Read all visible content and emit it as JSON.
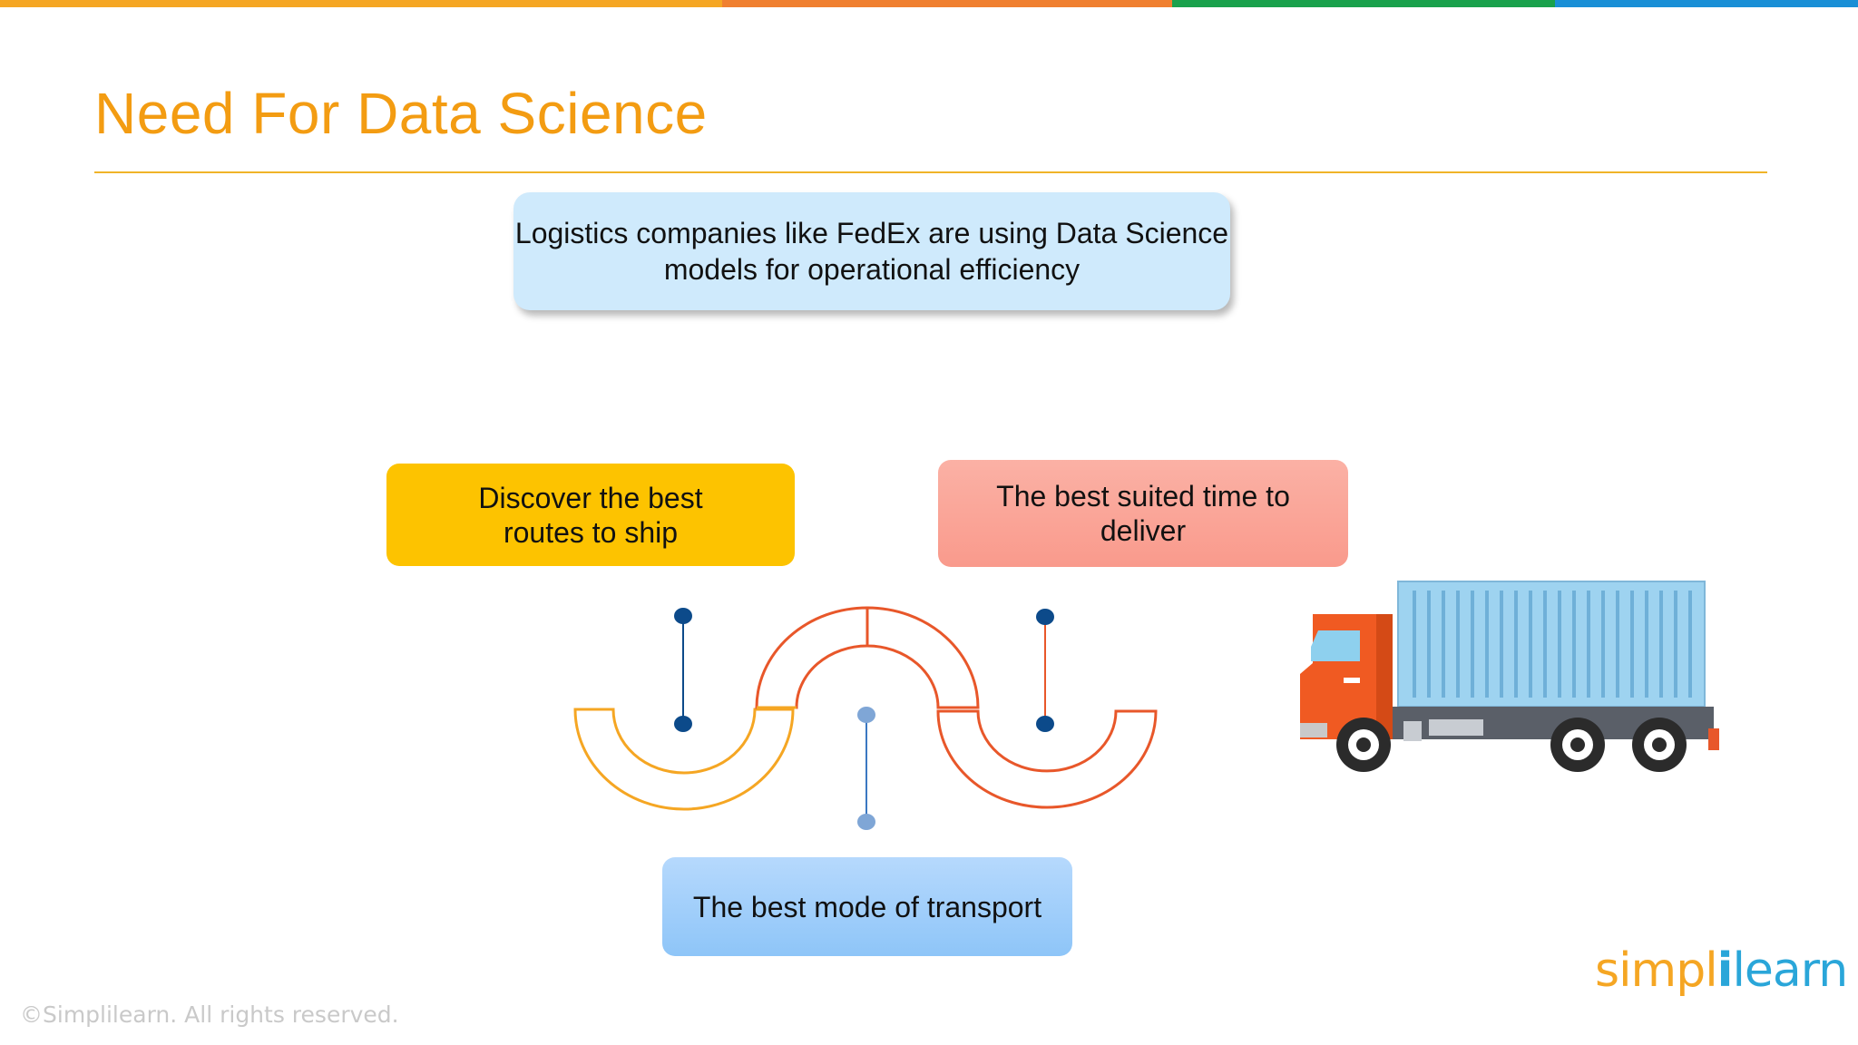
{
  "slide": {
    "title": "Need For Data Science",
    "intro": "Logistics companies like FedEx are using Data Science models for operational efficiency",
    "intro_lines": [
      "Logistics companies like FedEx are using Data Science",
      "models for operational efficiency"
    ]
  },
  "boxes": {
    "routes": {
      "line1": "Discover the best",
      "line2": "routes to ship"
    },
    "time": {
      "line1": "The best suited time to",
      "line2": "deliver"
    },
    "mode": {
      "text": "The best mode of transport"
    }
  },
  "footer": {
    "copyright": "©Simplilearn. All rights reserved.",
    "logo_part1": "simpl",
    "logo_bar": "i",
    "logo_part2": "learn"
  },
  "colors": {
    "title": "#f39c12",
    "rule": "#f0b429",
    "top_bar": [
      "#f5a623",
      "#f08030",
      "#1aa14c",
      "#1a8fd6"
    ],
    "routes_box": "#fdc300",
    "time_box": "#f99a8c",
    "mode_box": "#8ec5f8",
    "arc_orange": "#f5a623",
    "arc_red": "#e8572a",
    "pin_dark": "#0c4a8a",
    "pin_light": "#7fa6d6",
    "truck_cab": "#f05a22",
    "truck_container": "#9ed3f0"
  },
  "icons": [
    "truck-icon"
  ]
}
